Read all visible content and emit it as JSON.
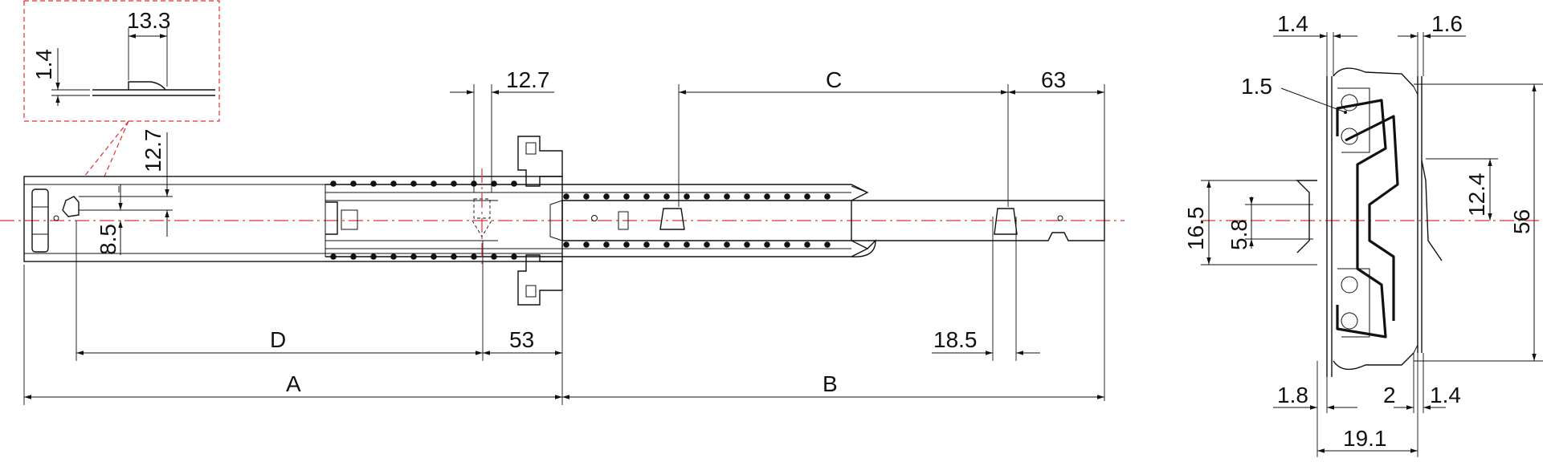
{
  "detail": {
    "dim_width": "13.3",
    "dim_thickness": "1.4"
  },
  "side_view": {
    "dim_12_7_top": "12.7",
    "dim_12_7_left": "12.7",
    "dim_8_5": "8.5",
    "dim_c": "C",
    "dim_63": "63",
    "dim_d": "D",
    "dim_53": "53",
    "dim_18_5": "18.5",
    "dim_a": "A",
    "dim_b": "B"
  },
  "section_view": {
    "dim_1_4_top": "1.4",
    "dim_1_6_top": "1.6",
    "dim_1_5": "1.5",
    "dim_12_4": "12.4",
    "dim_56": "56",
    "dim_16_5": "16.5",
    "dim_5_8": "5.8",
    "dim_1_8": "1.8",
    "dim_2": "2",
    "dim_1_4_bottom": "1.4",
    "dim_19_1": "19.1"
  },
  "colors": {
    "line": "#111111",
    "centerline": "#e03030"
  }
}
